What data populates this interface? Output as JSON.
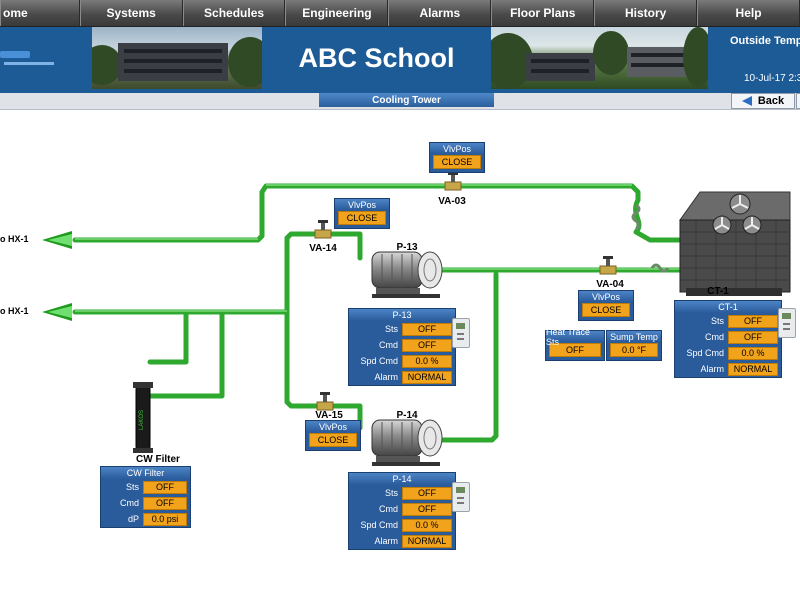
{
  "nav": [
    "ome",
    "Systems",
    "Schedules",
    "Engineering",
    "Alarms",
    "Floor Plans",
    "History",
    "Help"
  ],
  "header": {
    "title": "ABC School",
    "outside_temp_label": "Outside Temp",
    "date": "10-Jul-17 2:3"
  },
  "subheader": {
    "page_label": "Cooling Tower",
    "back_label": "Back"
  },
  "colors": {
    "pipe": "#3cc23c",
    "panel": "#2a5b9b",
    "value": "#f2a31c",
    "header": "#1d5b96"
  },
  "diagram": {
    "hx_top": "o HX-1",
    "hx_bottom": "o HX-1",
    "valves": {
      "va03": {
        "name": "VA-03",
        "title": "VlvPos",
        "value": "CLOSE"
      },
      "va14": {
        "name": "VA-14",
        "title": "VlvPos",
        "value": "CLOSE"
      },
      "va04": {
        "name": "VA-04",
        "title": "VlvPos",
        "value": "CLOSE"
      },
      "va15": {
        "name": "VA-15",
        "title": "VlvPos",
        "value": "CLOSE"
      }
    },
    "pumps": {
      "p13": {
        "name": "P-13"
      },
      "p14": {
        "name": "P-14"
      }
    },
    "ct_name": "CT-1",
    "filter_name": "CW Filter",
    "filter_text": "LAKOS"
  },
  "panels": {
    "p13": {
      "title": "P-13",
      "rows": [
        {
          "k": "Sts",
          "v": "OFF"
        },
        {
          "k": "Cmd",
          "v": "OFF"
        },
        {
          "k": "Spd Cmd",
          "v": "0.0 %"
        },
        {
          "k": "Alarm",
          "v": "NORMAL"
        }
      ]
    },
    "p14": {
      "title": "P-14",
      "rows": [
        {
          "k": "Sts",
          "v": "OFF"
        },
        {
          "k": "Cmd",
          "v": "OFF"
        },
        {
          "k": "Spd Cmd",
          "v": "0.0 %"
        },
        {
          "k": "Alarm",
          "v": "NORMAL"
        }
      ]
    },
    "ct1": {
      "title": "CT-1",
      "rows": [
        {
          "k": "Sts",
          "v": "OFF"
        },
        {
          "k": "Cmd",
          "v": "OFF"
        },
        {
          "k": "Spd Cmd",
          "v": "0.0 %"
        },
        {
          "k": "Alarm",
          "v": "NORMAL"
        }
      ]
    },
    "cwf": {
      "title": "CW Filter",
      "rows": [
        {
          "k": "Sts",
          "v": "OFF"
        },
        {
          "k": "Cmd",
          "v": "OFF"
        },
        {
          "k": "dP",
          "v": "0.0 psi"
        }
      ]
    }
  },
  "heat_trace": {
    "title": "Heat Trace Sts",
    "value": "OFF"
  },
  "sump_temp": {
    "title": "Sump Temp",
    "value": "0.0 °F"
  },
  "icons": [
    "thermostat-icon",
    "back-arrow-icon",
    "valve-icon",
    "pump-icon",
    "fan-icon"
  ]
}
